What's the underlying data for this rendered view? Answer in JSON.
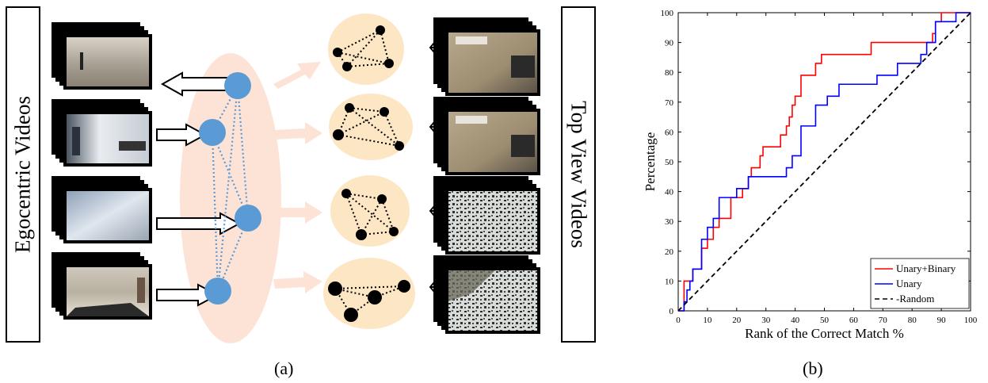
{
  "left_panel": {
    "left_label": "Egocentric Videos",
    "right_label": "Top View Videos",
    "caption": "(a)"
  },
  "right_panel": {
    "caption": "(b)"
  },
  "chart_data": {
    "type": "line",
    "title": "",
    "xlabel": "Rank of the Correct Match %",
    "ylabel": "Percentage",
    "xlim": [
      0,
      100
    ],
    "ylim": [
      0,
      100
    ],
    "xticks": [
      0,
      10,
      20,
      30,
      40,
      50,
      60,
      70,
      80,
      90,
      100
    ],
    "yticks": [
      0,
      10,
      20,
      30,
      40,
      50,
      60,
      70,
      80,
      90,
      100
    ],
    "grid": false,
    "legend_position": "bottom-right",
    "series": [
      {
        "name": "Unary+Binary",
        "color": "#ff0000",
        "style": "step",
        "x": [
          0,
          2,
          3,
          4,
          5,
          7,
          8,
          9,
          10,
          12,
          14,
          16,
          18,
          20,
          22,
          24,
          25,
          26,
          28,
          29,
          30,
          33,
          35,
          37,
          38,
          39,
          40,
          42,
          45,
          47,
          49,
          51,
          55,
          60,
          65,
          66,
          70,
          80,
          85,
          87,
          88,
          90,
          100
        ],
        "y": [
          0,
          10,
          10,
          10,
          14,
          14,
          21,
          21,
          24,
          28,
          31,
          31,
          38,
          38,
          41,
          45,
          48,
          48,
          52,
          55,
          55,
          55,
          59,
          62,
          65,
          69,
          72,
          79,
          79,
          83,
          86,
          86,
          86,
          86,
          86,
          90,
          90,
          90,
          90,
          93,
          97,
          100,
          100
        ]
      },
      {
        "name": "Unary",
        "color": "#0000ff",
        "style": "step",
        "x": [
          0,
          2,
          3,
          4,
          5,
          7,
          8,
          9,
          10,
          12,
          14,
          16,
          18,
          20,
          22,
          24,
          30,
          35,
          37,
          38,
          39,
          40,
          42,
          45,
          47,
          49,
          51,
          53,
          55,
          60,
          65,
          68,
          70,
          75,
          80,
          83,
          85,
          88,
          90,
          95,
          100
        ],
        "y": [
          0,
          3,
          7,
          10,
          14,
          14,
          24,
          24,
          28,
          31,
          38,
          38,
          38,
          41,
          41,
          45,
          45,
          45,
          48,
          48,
          52,
          52,
          62,
          62,
          69,
          69,
          72,
          72,
          76,
          76,
          76,
          79,
          79,
          83,
          83,
          86,
          90,
          97,
          97,
          100,
          100
        ]
      },
      {
        "name": "-Random",
        "color": "#000000",
        "style": "dashed",
        "x": [
          0,
          100
        ],
        "y": [
          0,
          100
        ]
      }
    ]
  }
}
